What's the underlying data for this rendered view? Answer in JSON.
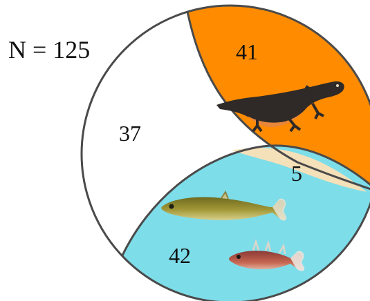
{
  "figure": {
    "total_label": "N = 125",
    "regions": {
      "white_only": "37",
      "orange_only": "41",
      "overlap": "5",
      "blue_only": "42"
    },
    "colors": {
      "white_region": "#ffffff",
      "orange_region": "#ff8b00",
      "overlap_region": "#f4e0b9",
      "blue_region": "#7ddde9",
      "outline": "#4a4a4a"
    },
    "icons": [
      "newt-icon",
      "stickleback-fish-icon",
      "small-stickleback-fish-icon"
    ]
  }
}
